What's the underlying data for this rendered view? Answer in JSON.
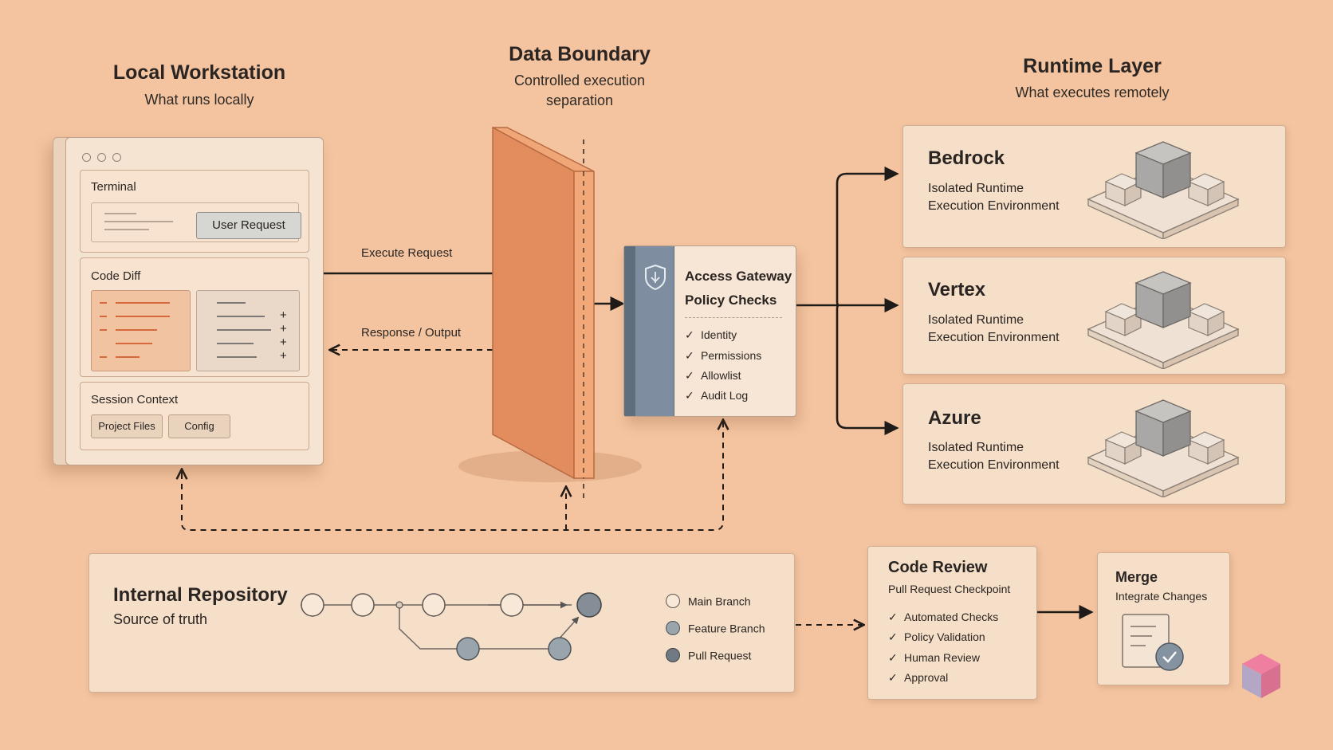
{
  "local": {
    "title": "Local Workstation",
    "subtitle": "What runs locally",
    "terminal_label": "Terminal",
    "user_request": "User Request",
    "code_diff_label": "Code Diff",
    "session_label": "Session Context",
    "project_files": "Project Files",
    "config": "Config"
  },
  "boundary": {
    "title": "Data Boundary",
    "subtitle_line1": "Controlled execution",
    "subtitle_line2": "separation"
  },
  "flows": {
    "execute_request": "Execute Request",
    "response_output": "Response / Output"
  },
  "gateway": {
    "title_line1": "Access Gateway",
    "title_line2": "Policy Checks",
    "checks": [
      "Identity",
      "Permissions",
      "Allowlist",
      "Audit Log"
    ]
  },
  "runtime": {
    "title": "Runtime Layer",
    "subtitle": "What executes remotely",
    "providers": [
      {
        "name": "Bedrock",
        "line1": "Isolated Runtime",
        "line2": "Execution Environment"
      },
      {
        "name": "Vertex",
        "line1": "Isolated Runtime",
        "line2": "Execution Environment"
      },
      {
        "name": "Azure",
        "line1": "Isolated Runtime",
        "line2": "Execution Environment"
      }
    ]
  },
  "repo": {
    "title": "Internal Repository",
    "subtitle": "Source of truth",
    "legend": [
      "Main Branch",
      "Feature Branch",
      "Pull Request"
    ]
  },
  "review": {
    "title": "Code Review",
    "subtitle": "Pull Request Checkpoint",
    "checks": [
      "Automated Checks",
      "Policy Validation",
      "Human Review",
      "Approval"
    ]
  },
  "merge": {
    "title": "Merge",
    "subtitle": "Integrate Changes"
  },
  "colors": {
    "background": "#f4c4a0",
    "card": "#f6dfc8",
    "boundary_wall": "#e38d5e",
    "gateway_side": "#7e8ea0",
    "branch_fill": "#9aa4ad",
    "pr_fill": "#858e97"
  }
}
